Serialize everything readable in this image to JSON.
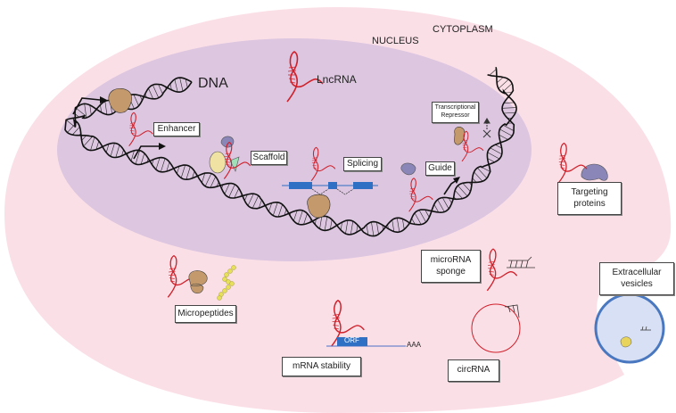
{
  "compartments": {
    "cytoplasm": "CYTOPLASM",
    "nucleus": "NUCLEUS"
  },
  "labels": {
    "dna": "DNA",
    "lncrna": "LncRNA",
    "enhancer": "Enhancer",
    "scaffold": "Scaffold",
    "splicing": "Splicing",
    "guide": "Guide",
    "repressor_line1": "Transcriptional",
    "repressor_line2": "Repressor",
    "targeting_line1": "Targeting",
    "targeting_line2": "proteins",
    "sponge_line1": "microRNA",
    "sponge_line2": "sponge",
    "vesicles_line1": "Extracellular",
    "vesicles_line2": "vesicles",
    "micropeptides": "Micropeptides",
    "mrna_stability": "mRNA stability",
    "circrna": "circRNA",
    "orf": "ORF",
    "polya": "AAA"
  },
  "colors": {
    "cytoplasm": "#fbdfe7",
    "nucleus": "#dcc6e0",
    "rna": "#d0202a",
    "protein": "#c49a6c",
    "exon": "#2f6fc4",
    "purple_protein": "#8a86b8"
  }
}
